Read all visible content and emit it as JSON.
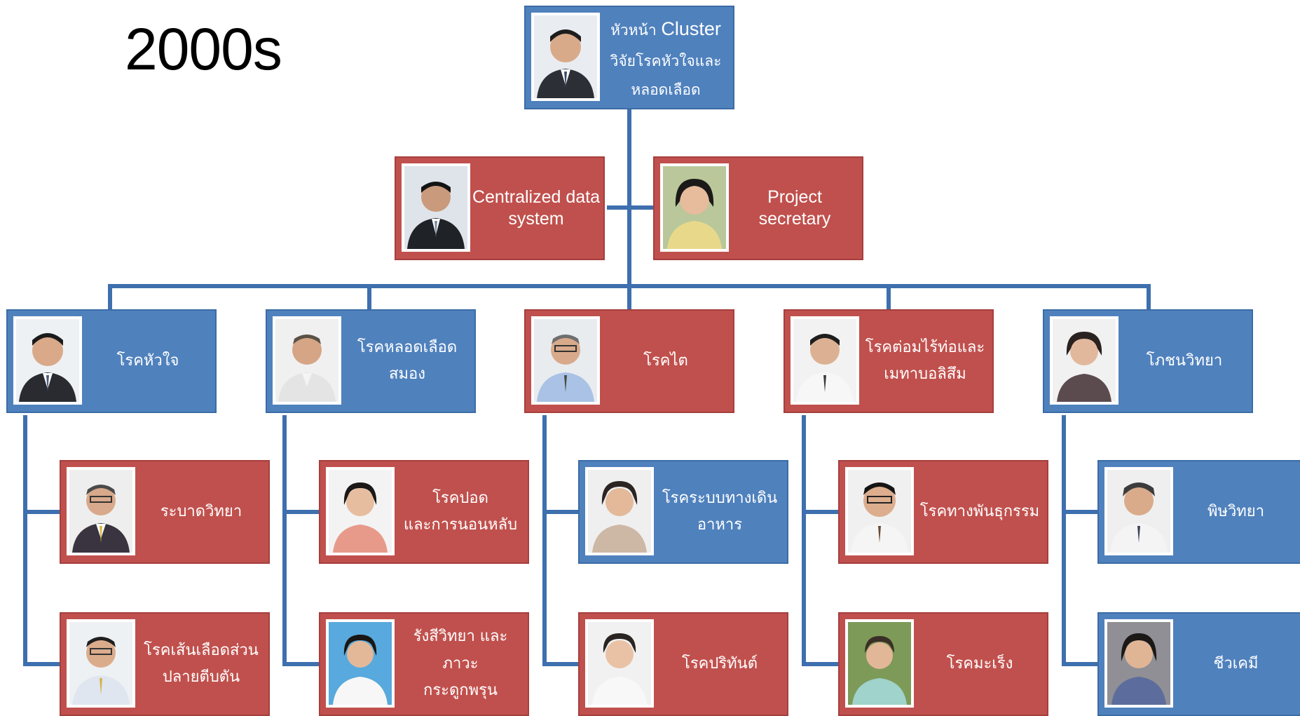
{
  "title": "2000s",
  "colors": {
    "blue": "#4f81bd",
    "red": "#c0504d",
    "connector": "#3e6fae"
  },
  "head": {
    "line1_thai": "หัวหน้า",
    "line1_en": "Cluster",
    "line2": "วิจัยโรคหัวใจและ",
    "line3": "หลอดเลือด"
  },
  "support": [
    {
      "line1": "Centralized data",
      "line2": "system",
      "color": "red"
    },
    {
      "line1": "Project",
      "line2": "secretary",
      "color": "red"
    }
  ],
  "columns": [
    {
      "leader": {
        "line1": "โรคหัวใจ",
        "line2": "",
        "color": "blue"
      },
      "members": [
        {
          "line1": "ระบาดวิทยา",
          "line2": "",
          "color": "red"
        },
        {
          "line1": "โรคเส้นเลือดส่วน",
          "line2": "ปลายตีบตัน",
          "color": "red"
        }
      ]
    },
    {
      "leader": {
        "line1": "โรคหลอดเลือดสมอง",
        "line2": "",
        "color": "blue"
      },
      "members": [
        {
          "line1": "โรคปอด",
          "line2": "และการนอนหลับ",
          "color": "red"
        },
        {
          "line1": "รังสีวิทยา และภาวะ",
          "line2": "กระดูกพรุน",
          "color": "red"
        }
      ]
    },
    {
      "leader": {
        "line1": "โรคไต",
        "line2": "",
        "color": "red"
      },
      "members": [
        {
          "line1": "โรคระบบทางเดิน",
          "line2": "อาหาร",
          "color": "blue"
        },
        {
          "line1": "โรคปริทันต์",
          "line2": "",
          "color": "red"
        }
      ]
    },
    {
      "leader": {
        "line1": "โรคต่อมไร้ท่อและ",
        "line2": "เมทาบอลิสึม",
        "color": "red"
      },
      "members": [
        {
          "line1": "โรคทางพันธุกรรม",
          "line2": "",
          "color": "red"
        },
        {
          "line1": "โรคมะเร็ง",
          "line2": "",
          "color": "red"
        }
      ]
    },
    {
      "leader": {
        "line1": "โภชนวิทยา",
        "line2": "",
        "color": "blue"
      },
      "members": [
        {
          "line1": "พิษวิทยา",
          "line2": "",
          "color": "blue"
        },
        {
          "line1": "ชีวเคมี",
          "line2": "",
          "color": "blue"
        }
      ]
    }
  ]
}
